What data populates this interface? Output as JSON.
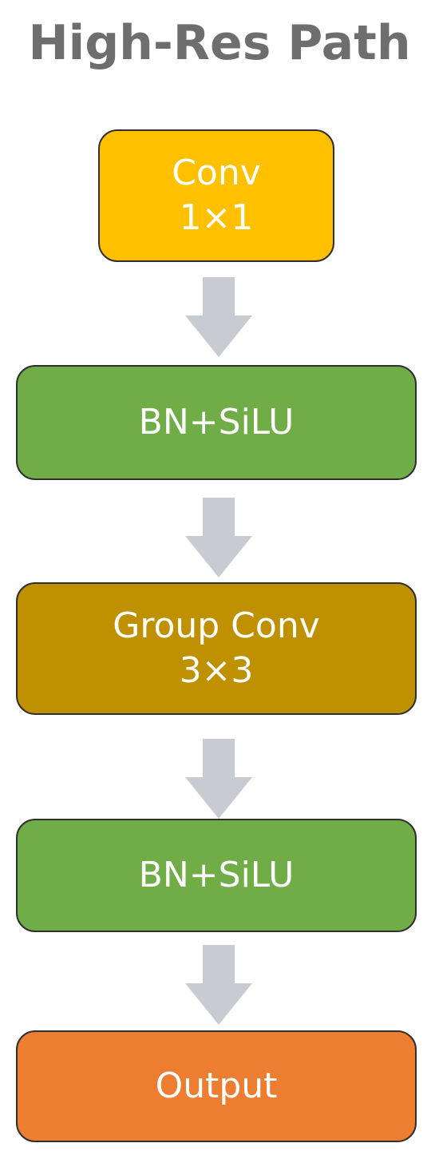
{
  "title": "High-Res Path",
  "colors": {
    "conv": "#ffc000",
    "bn_silu": "#70ad47",
    "group_conv": "#bf9000",
    "output": "#ed7d31",
    "arrow": "#c8cbd1",
    "title_text": "#6e6e6e"
  },
  "blocks": [
    {
      "line1": "Conv",
      "line2": "1×1"
    },
    {
      "line1": "BN+SiLU"
    },
    {
      "line1": "Group Conv",
      "line2": "3×3"
    },
    {
      "line1": "BN+SiLU"
    },
    {
      "line1": "Output"
    }
  ]
}
